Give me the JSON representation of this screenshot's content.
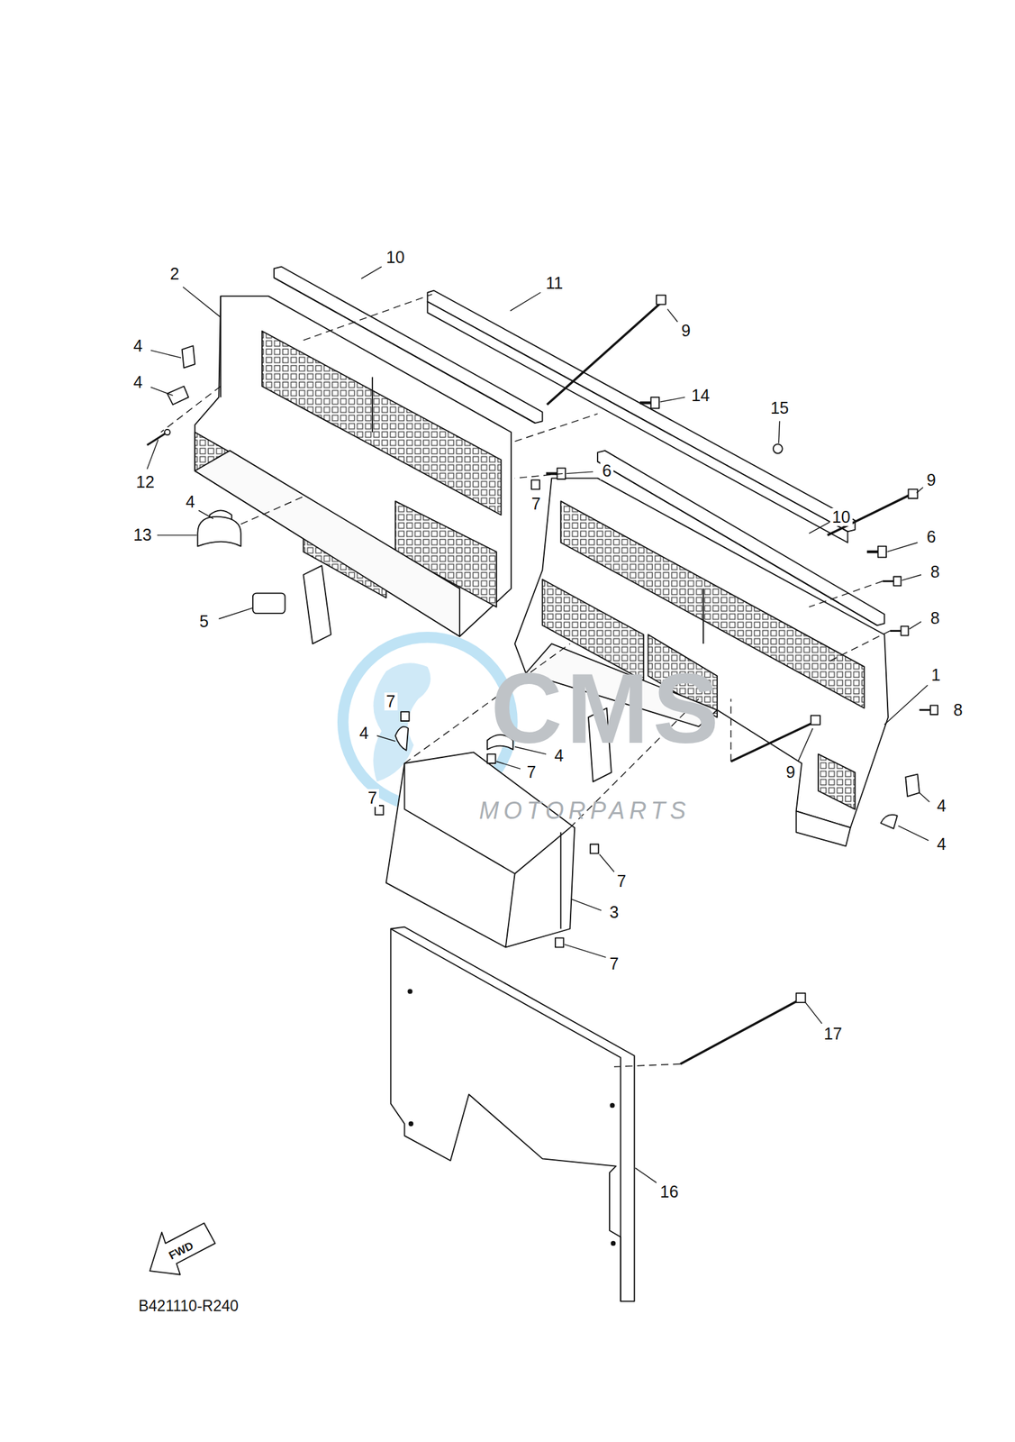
{
  "diagram": {
    "labels": [
      "10",
      "2",
      "11",
      "9",
      "4",
      "4",
      "14",
      "15",
      "12",
      "6",
      "7",
      "9",
      "4",
      "10",
      "13",
      "6",
      "8",
      "5",
      "8",
      "1",
      "7",
      "8",
      "4",
      "4",
      "7",
      "9",
      "7",
      "4",
      "4",
      "7",
      "3",
      "7",
      "17",
      "16",
      "CMS",
      "MOTORPARTS",
      "FWD",
      "B421110-R240"
    ]
  }
}
